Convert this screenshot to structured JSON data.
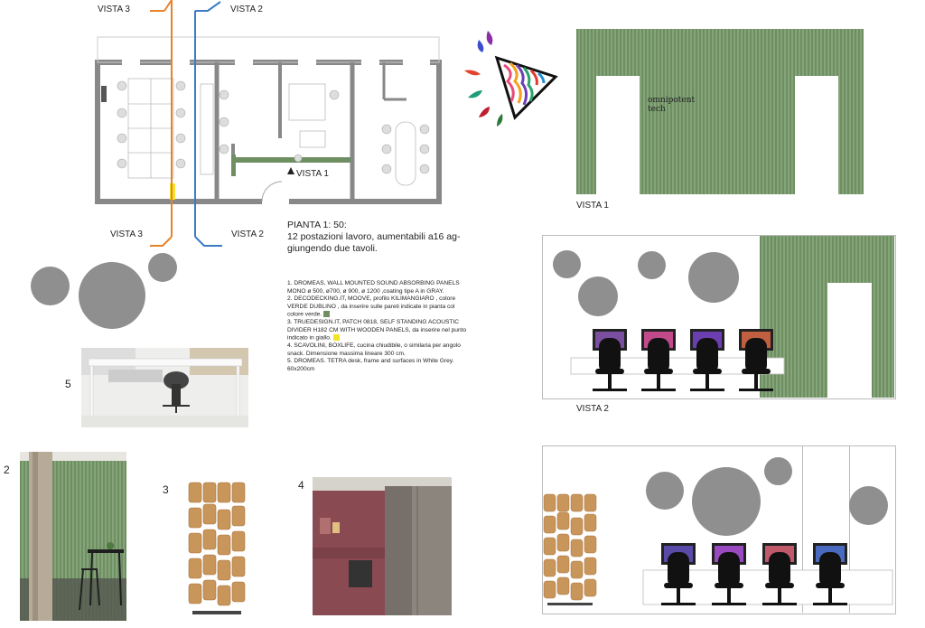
{
  "views": {
    "vista1": "VISTA 1",
    "vista2": "VISTA 2",
    "vista3": "VISTA 3"
  },
  "plan": {
    "title_line1": "PIANTA 1: 50:",
    "title_line2": "12 postazioni lavoro, aumentabili a16 ag-",
    "title_line3": "giungendo due tavoli."
  },
  "logo_text_line1": "omnipotent",
  "logo_text_line2": "tech",
  "notes": [
    "1. DROMEAS, WALL MOUNTED SOUND ABSORBING PANELS MONO  ø 500, ø700, ø 900, ø 1200 ,coating tipe A in GRAY.",
    "2. DECODECKING.IT, MOOVE, profilo KILIMANGIARO , colore VERDE DUBLINO , da inserire sulle pareti indicate in pianta col colore verde.",
    "3. TRUEDESIGN.IT, PATCH 0818, SELF STANDING ACOUSTIC DIVIDER H182 CM WITH WOODEN PANELS, da inserire nel punto indicato in giallo.",
    "4. SCAVOLINI, BOXLIFE, cucina chiudibile, o similaria per angolo snack. Dimensione massima lineare 300 cm.",
    "5. DROMEAS. TETRA desk, frame and surfaces in White Grey. 60x200cm"
  ],
  "photo_numbers": {
    "n2": "2",
    "n3": "3",
    "n4": "4",
    "n5": "5"
  },
  "colors": {
    "green": "#6f8f63",
    "gray_panel": "#8f8f8f",
    "orange_line": "#e8822a",
    "blue_line": "#3a7cc4",
    "yellow_marker": "#f2e424",
    "kitchen": "#8a4a52",
    "wood": "#c8955a"
  }
}
